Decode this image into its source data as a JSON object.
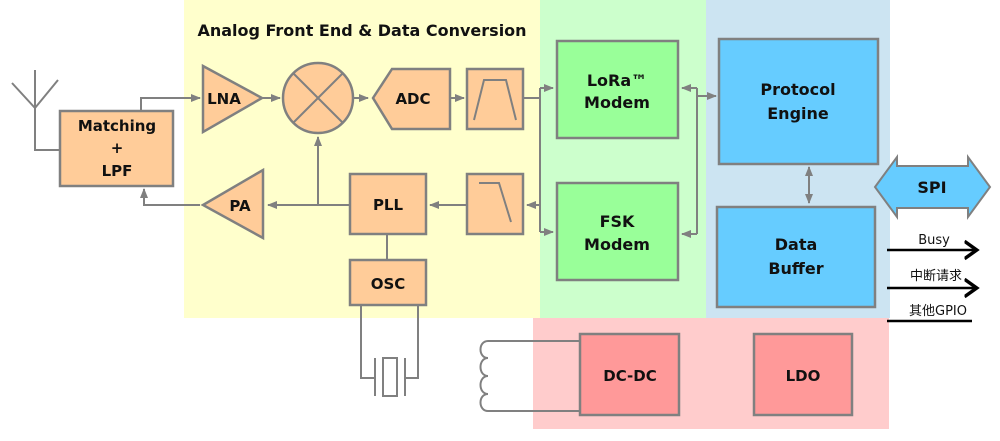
{
  "title": "Analog Front End & Data Conversion",
  "colors": {
    "analog_region": "#ffffcc",
    "modem_region": "#ccffcc",
    "digital_region": "#cce4f2",
    "power_region": "#ffcccc",
    "analog_block": "#ffcc99",
    "modem_block": "#99ff99",
    "digital_block": "#66ccff",
    "power_block": "#ff9999",
    "wire": "#808080"
  },
  "blocks": {
    "matching": [
      "Matching",
      "+",
      "LPF"
    ],
    "lna": "LNA",
    "pa": "PA",
    "adc": "ADC",
    "pll": "PLL",
    "osc": "OSC",
    "lora_modem": [
      "LoRa™",
      "Modem"
    ],
    "fsk_modem": [
      "FSK",
      "Modem"
    ],
    "protocol_engine": [
      "Protocol",
      "Engine"
    ],
    "data_buffer": [
      "Data",
      "Buffer"
    ],
    "spi": "SPI",
    "dcdc": "DC-DC",
    "ldo": "LDO"
  },
  "signals": [
    "Busy",
    "中断请求",
    "其他GPIO"
  ]
}
